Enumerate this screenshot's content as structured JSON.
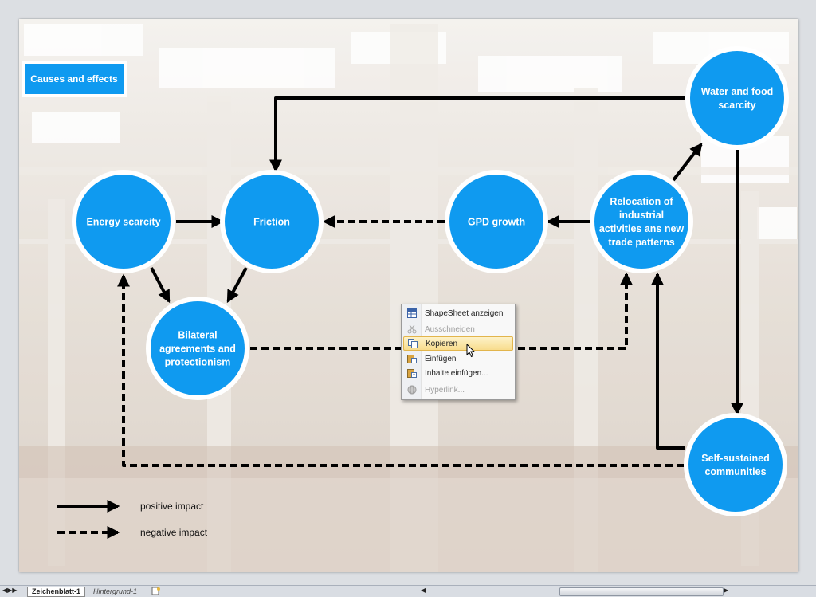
{
  "title": "Causes and effects",
  "nodes": [
    {
      "id": "energy",
      "label": [
        "Energy scarcity"
      ]
    },
    {
      "id": "friction",
      "label": [
        "Friction"
      ]
    },
    {
      "id": "gpd",
      "label": [
        "GPD growth"
      ]
    },
    {
      "id": "reloc",
      "label": [
        "Relocation of",
        "industrial",
        "activities ans new",
        "trade patterns"
      ]
    },
    {
      "id": "water",
      "label": [
        "Water and food",
        "scarcity"
      ]
    },
    {
      "id": "bilateral",
      "label": [
        "Bilateral",
        "agreements and",
        "protectionism"
      ]
    },
    {
      "id": "self",
      "label": [
        "Self-sustained",
        "communities"
      ]
    }
  ],
  "edges": [
    {
      "from": "energy",
      "to": "friction",
      "type": "positive"
    },
    {
      "from": "energy",
      "to": "bilateral",
      "type": "positive"
    },
    {
      "from": "friction",
      "to": "bilateral",
      "type": "positive"
    },
    {
      "from": "gpd",
      "to": "friction",
      "type": "negative"
    },
    {
      "from": "reloc",
      "to": "gpd",
      "type": "positive"
    },
    {
      "from": "reloc",
      "to": "water",
      "type": "positive"
    },
    {
      "from": "water",
      "to": "friction",
      "type": "positive"
    },
    {
      "from": "water",
      "to": "self",
      "type": "positive"
    },
    {
      "from": "self",
      "to": "reloc",
      "type": "positive"
    },
    {
      "from": "bilateral",
      "to": "reloc",
      "type": "negative"
    },
    {
      "from": "self",
      "to": "energy",
      "type": "negative"
    }
  ],
  "legend": {
    "positive": "positive impact",
    "negative": "negative impact"
  },
  "colors": {
    "node_fill": "#0f9af0",
    "node_border": "#ffffff",
    "arrow": "#000000",
    "title_bg": "#0f9af0",
    "menu_hover": "#f8dc8c"
  },
  "context_menu": {
    "items": [
      {
        "label": "ShapeSheet anzeigen",
        "icon": "shapesheet-icon",
        "enabled": true,
        "hover": false
      },
      {
        "label": "Ausschneiden",
        "icon": "scissors-icon",
        "enabled": false,
        "hover": false
      },
      {
        "label": "Kopieren",
        "icon": "copy-icon",
        "enabled": true,
        "hover": true
      },
      {
        "label": "Einfügen",
        "icon": "paste-icon",
        "enabled": true,
        "hover": false
      },
      {
        "label": "Inhalte einfügen...",
        "icon": "paste-special-icon",
        "enabled": true,
        "hover": false
      },
      {
        "label": "Hyperlink...",
        "icon": "hyperlink-icon",
        "enabled": false,
        "hover": false
      }
    ]
  },
  "sheet_tabs": {
    "active": "Zeichenblatt-1",
    "background": "Hintergrund-1"
  }
}
